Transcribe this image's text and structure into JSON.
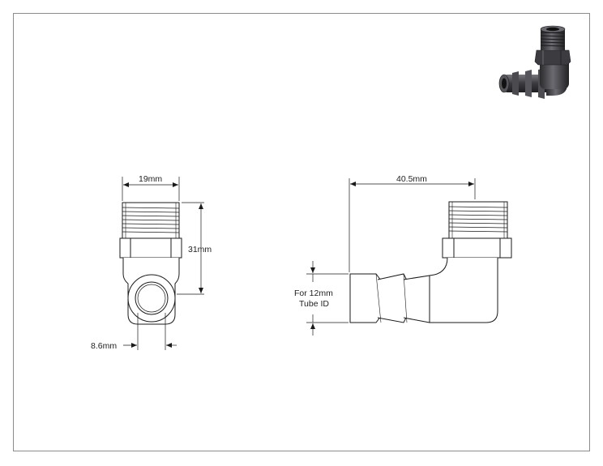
{
  "dimensions": {
    "front_width": "19mm",
    "front_height": "31mm",
    "bore": "8.6mm",
    "side_length": "40.5mm",
    "tube_line1": "For 12mm",
    "tube_line2": "Tube ID"
  },
  "colors": {
    "line": "#1a1a1a",
    "frame": "#8c8c8c",
    "fill": "#ffffff",
    "shade_dark": "#2b2b2e",
    "shade_mid": "#4a4a4f",
    "shade_light": "#8a8a90"
  }
}
